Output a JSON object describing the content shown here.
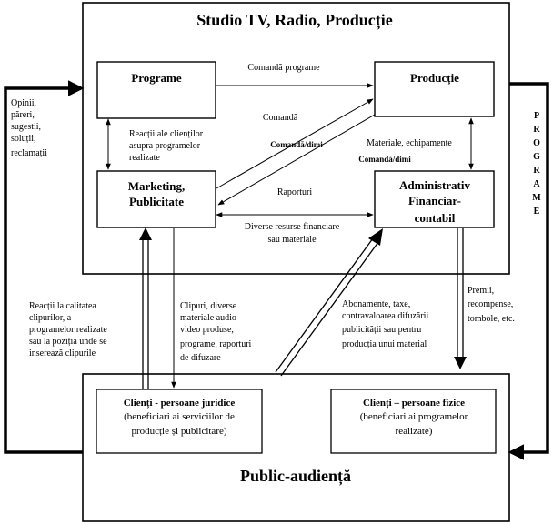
{
  "studio": {
    "title": "Studio TV, Radio, Producție",
    "programe": "Programe",
    "productie": "Producție",
    "marketing": [
      "Marketing,",
      "Publicitate"
    ],
    "admin": [
      "Administrativ",
      "Financiar-",
      "contabil"
    ]
  },
  "labels": {
    "comanda_programe": "Comandă programe",
    "comanda": "Comandă",
    "comanda_de_mixed": "Comandă/dimi",
    "comanda_de_mixed2": "Comandă/dimi",
    "reactii": [
      "Reacții ale clienților",
      "asupra programelor",
      "realizate"
    ],
    "materiale": "Materiale, echipamente",
    "raporturi": "Raporturi",
    "resurse": [
      "Diverse resurse financiare",
      "sau materiale"
    ],
    "opinii": [
      "Opinii,",
      "păreri,",
      "sugestii,",
      "soluții,",
      "reclamații"
    ],
    "reactii_calitate": [
      "Reacții la calitatea",
      "clipurilor, a",
      "programelor realizate",
      "sau la poziția unde se",
      "inserează clipurile"
    ],
    "clipuri": [
      "Clipuri, diverse",
      "materiale audio-",
      "video produse,",
      "programe, raporturi",
      "de difuzare"
    ],
    "abonamente": [
      "Abonamente, taxe,",
      "contravaloarea difuzării",
      "publicității sau pentru",
      "producția unui material"
    ],
    "premii": [
      "Premii,",
      "recompense,",
      "tombole, etc."
    ],
    "programe_vertical": [
      "P",
      "R",
      "O",
      "G",
      "R",
      "A",
      "M",
      "E"
    ]
  },
  "public": {
    "title": "Public-audiență",
    "juridice_title": "Clienți - persoane juridice",
    "juridice_sub": [
      "(beneficiari ai serviciilor de",
      "producție și publicitare)"
    ],
    "fizice_title": "Clienți – persoane fizice",
    "fizice_sub": [
      "(beneficiari ai programelor",
      "realizate)"
    ]
  }
}
